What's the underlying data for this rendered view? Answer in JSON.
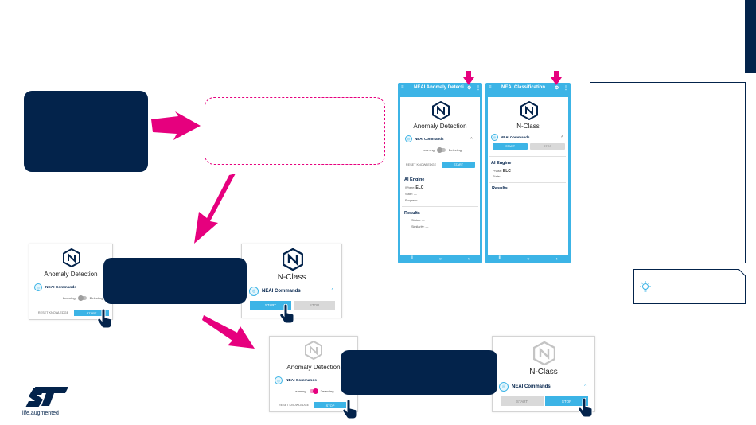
{
  "phone_left": {
    "title": "NEAI Anomaly Detecti...",
    "heading": "Anomaly Detection",
    "commands_label": "NEAI Commands",
    "toggle_left": "Learning",
    "toggle_right": "Detecting",
    "btn_reset": "RESET KNOWLEDGE",
    "btn_start": "START",
    "engine_title": "AI Engine",
    "engine_where_label": "Where",
    "engine_where_value": "ELC",
    "engine_state_label": "State",
    "engine_progress_label": "Progress",
    "results_title": "Results",
    "results_status": "Status",
    "results_similarity": "Similarity"
  },
  "phone_right": {
    "title": "NEAI Classification",
    "heading": "N-Class",
    "commands_label": "NEAI Commands",
    "btn_start": "START",
    "btn_stop": "STOP",
    "engine_title": "AI Engine",
    "engine_phase_label": "Phase",
    "engine_phase_value": "ELC",
    "engine_state_label": "State",
    "results_title": "Results"
  },
  "card_ad_top": {
    "heading": "Anomaly Detection",
    "commands_label": "NEAI Commands",
    "toggle_left": "Learning",
    "toggle_right": "Detecting",
    "btn_reset": "RESET KNOWLEDGE",
    "btn_start": "START"
  },
  "card_nc_top": {
    "heading": "N-Class",
    "commands_label": "NEAI Commands",
    "btn_start": "START",
    "btn_stop": "STOP"
  },
  "card_ad_bottom": {
    "heading": "Anomaly Detection",
    "commands_label": "NEAI Commands",
    "toggle_left": "Learning",
    "toggle_right": "Detecting",
    "btn_reset": "RESET KNOWLEDGE",
    "btn_start": "STOP"
  },
  "card_nc_bottom": {
    "heading": "N-Class",
    "commands_label": "NEAI Commands",
    "btn_start": "START",
    "btn_stop": "STOP"
  },
  "logo": {
    "tagline": "life.augmented"
  },
  "colors": {
    "navy": "#03234b",
    "magenta": "#e6007e",
    "blue": "#3cb4e6"
  }
}
